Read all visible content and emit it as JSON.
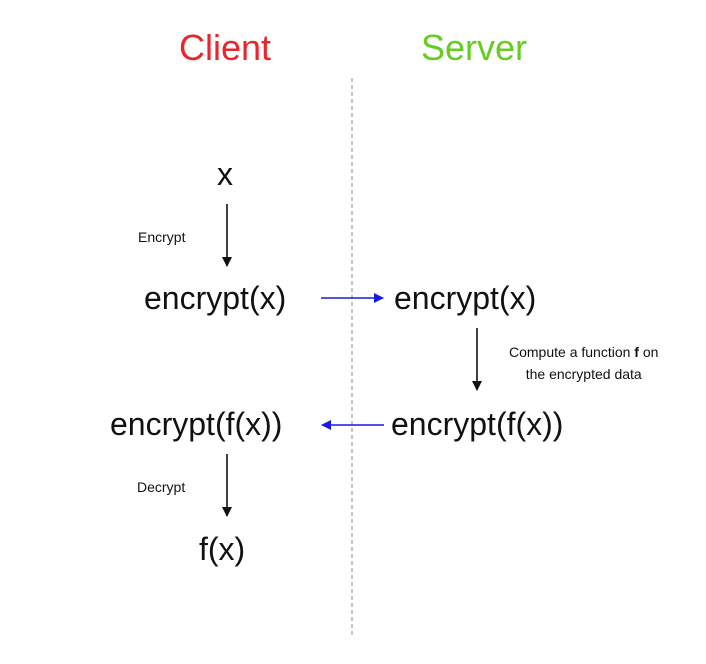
{
  "headings": {
    "client": "Client",
    "server": "Server"
  },
  "nodes": {
    "x": "x",
    "client_encrypted": "encrypt(x)",
    "server_encrypted": "encrypt(x)",
    "server_result": "encrypt(f(x))",
    "client_result": "encrypt(f(x))",
    "decrypted": "f(x)"
  },
  "labels": {
    "encrypt": "Encrypt",
    "decrypt": "Decrypt",
    "compute_prefix": "Compute a function ",
    "compute_bold": "f",
    "compute_suffix": " on",
    "compute_line2": "the encrypted data"
  },
  "colors": {
    "client_heading": "#e8262c",
    "server_heading": "#66cc22",
    "transfer_arrow": "#1a1ae6",
    "step_arrow": "#111111",
    "divider": "#888888"
  }
}
